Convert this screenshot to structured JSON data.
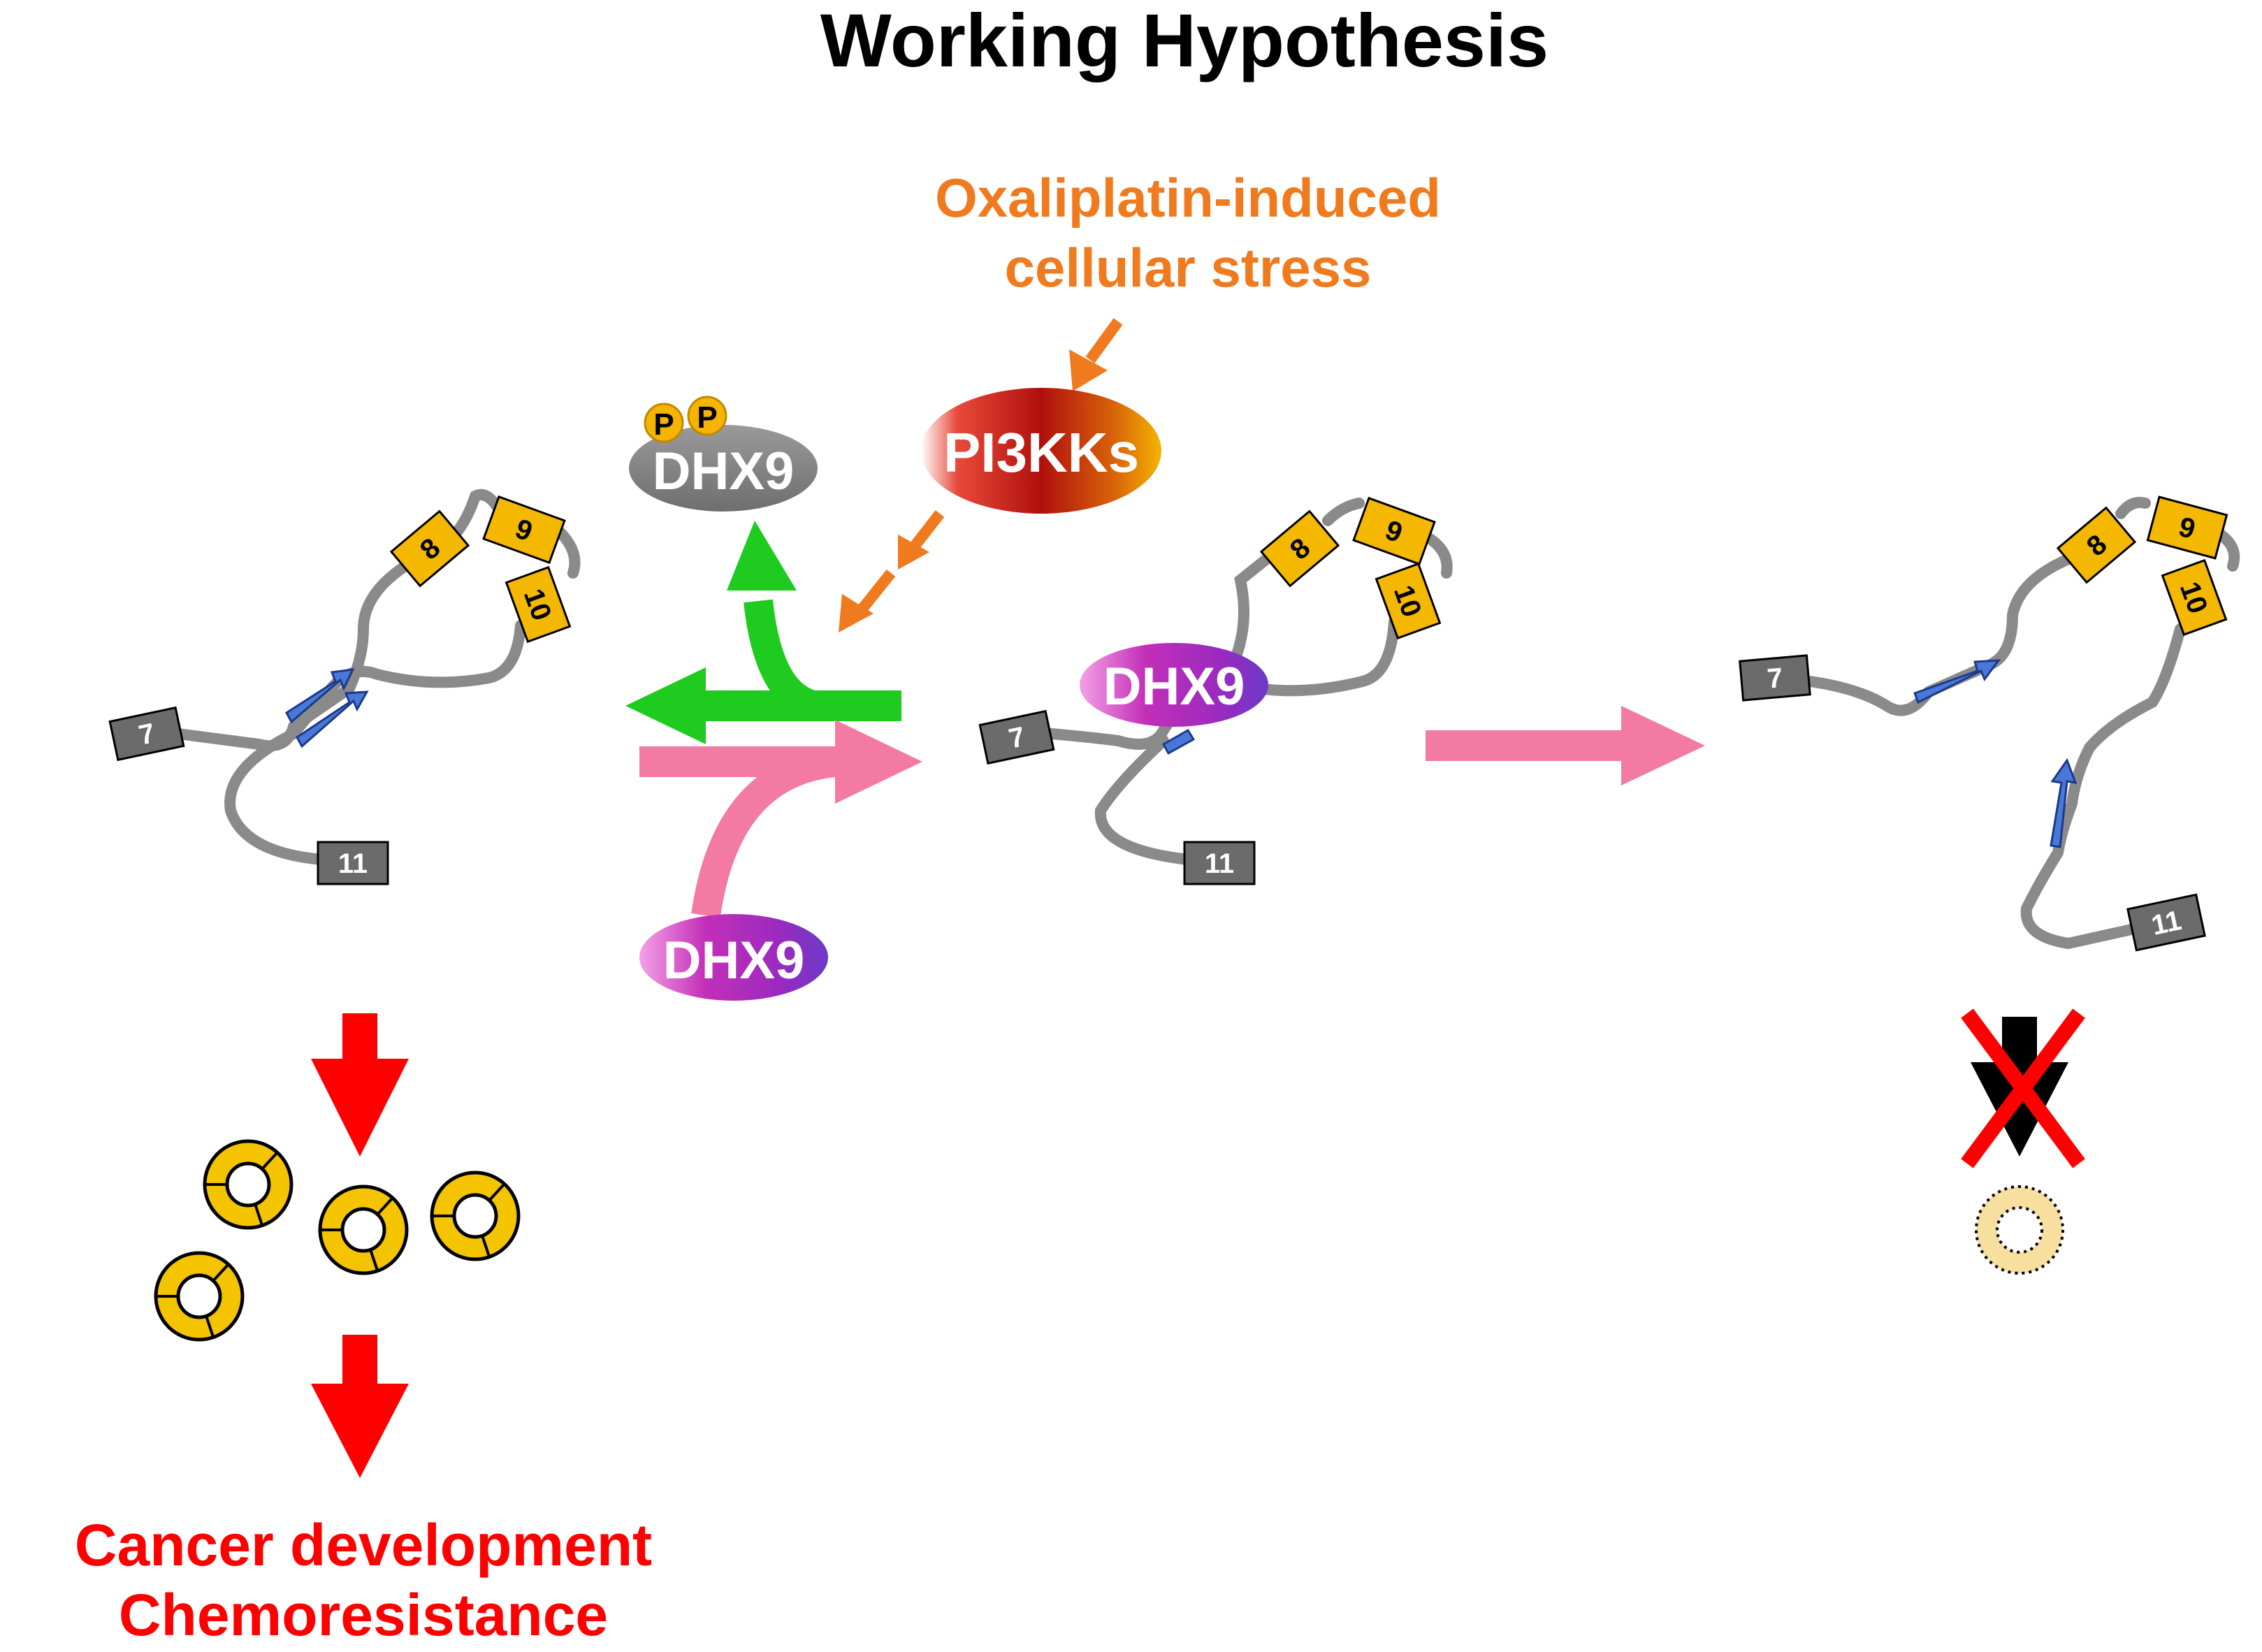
{
  "title": "Working Hypothesis",
  "stress_label": {
    "line1": "Oxaliplatin-induced",
    "line2": "cellular stress"
  },
  "pi3kks": "PI3KKs",
  "phospho": "P",
  "dhx9": "DHX9",
  "exons": [
    "7",
    "8",
    "9",
    "10",
    "11"
  ],
  "outcome": {
    "line1": "Cancer development",
    "line2": "Chemoresistance"
  },
  "colors": {
    "title": "#000000",
    "stress": "#f07a1e",
    "outcome": "#ff0000",
    "green_arrow": "#1ecb1e",
    "pink_arrow": "#f27aa3",
    "red_arrow": "#ff0000",
    "rna_line": "#8a8a8a",
    "exon_grey": "#6b6b6b",
    "exon_yellow": "#f5b800",
    "circrna": "#f5c400",
    "inverted_repeat": "#4a78d8"
  },
  "icons": [
    "pi3kks-ellipse",
    "dhx9-ellipse",
    "phospho-dot",
    "circrna-ring",
    "cross-icon",
    "inverted-repeat-arrow"
  ]
}
